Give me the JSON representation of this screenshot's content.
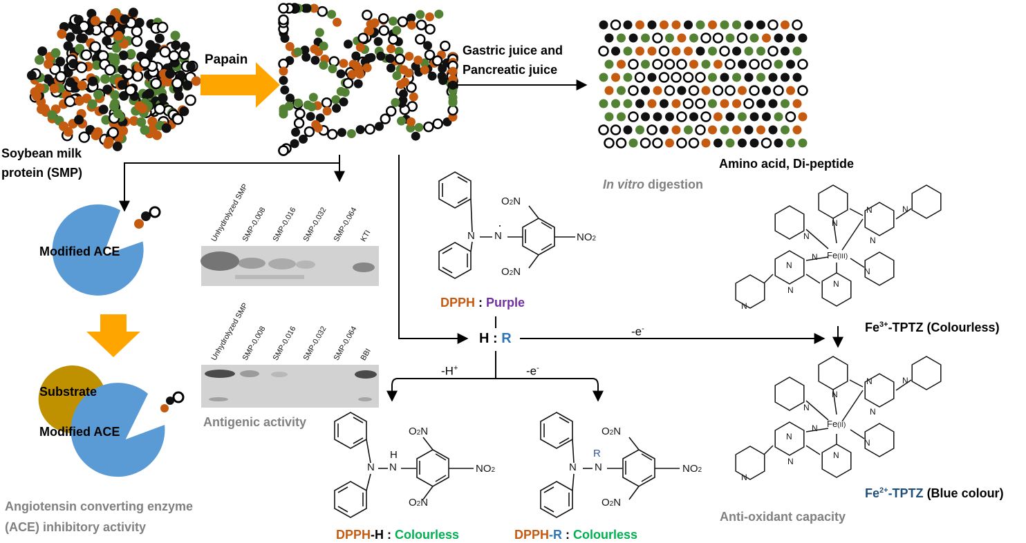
{
  "colors": {
    "particle_black": "#111111",
    "particle_green": "#548235",
    "particle_orange": "#C55A11",
    "particle_white": "#FFFFFF",
    "enzyme_blue": "#5B9BD5",
    "substrate_gold": "#BF9000",
    "arrow_orange": "#FFA500"
  },
  "labels": {
    "papain": "Papain",
    "gastric_line1": "Gastric juice and",
    "gastric_line2": "Pancreatic juice",
    "smp_line1": "Soybean milk",
    "smp_line2": "protein (SMP)",
    "amino": "Amino acid, Di-peptide",
    "invitro_italic": "In vitro",
    "invitro_rest": " digestion",
    "modified_ace_1": "Modified ACE",
    "substrate": "Substrate",
    "modified_ace_2": "Modified ACE",
    "ace_line1": "Angiotensin converting enzyme",
    "ace_line2": "(ACE) inhibitory activity",
    "antigenic": "Antigenic activity",
    "antioxidant": "Anti-oxidant capacity",
    "dpph_name": "DPPH",
    "dpph_colon": " : ",
    "dpph_purple": "Purple",
    "h_label": "H",
    "hr_colon": " : ",
    "r_label": "R",
    "minus_h": "-H",
    "minus_h_sup": "+",
    "minus_e_left": "-e",
    "minus_e_left_sup": "-",
    "minus_e_right": "-e",
    "minus_e_right_sup": "-",
    "dpphh_name": "DPPH",
    "dpphh_h": "-H",
    "dpphh_colon": " : ",
    "dpphh_colourless": "Colourless",
    "dpphr_name": "DPPH",
    "dpphr_r": "-R",
    "dpphr_colon": " : ",
    "dpphr_colourless": "Colourless",
    "fe3_fe": "Fe",
    "fe3_sup": "3+",
    "fe3_rest": "-TPTZ  (Colourless)",
    "fe2_fe": "Fe",
    "fe2_sup": "2+",
    "fe2_tptz": "-TPTZ",
    "fe2_rest": "  (Blue colour)",
    "no2": "NO",
    "no2_sub": "2",
    "o2n": "O",
    "o2n_sub": "2",
    "o2n_n": "N",
    "chem_N": "N",
    "chem_H": "H",
    "chem_R": "R",
    "fe3_center": "Fe",
    "fe3_center_ox": "(III)",
    "fe2_center": "Fe",
    "fe2_center_ox": "(II)"
  },
  "blots": {
    "top_lanes": [
      "Unhydrolyzed SMP",
      "SMP-0.008",
      "SMP-0.016",
      "SMP-0.032",
      "SMP-0.064",
      "KTI"
    ],
    "bottom_lanes": [
      "Unhydrolyzed SMP",
      "SMP-0.008",
      "SMP-0.016",
      "SMP-0.032",
      "SMP-0.064",
      "BBI"
    ]
  }
}
